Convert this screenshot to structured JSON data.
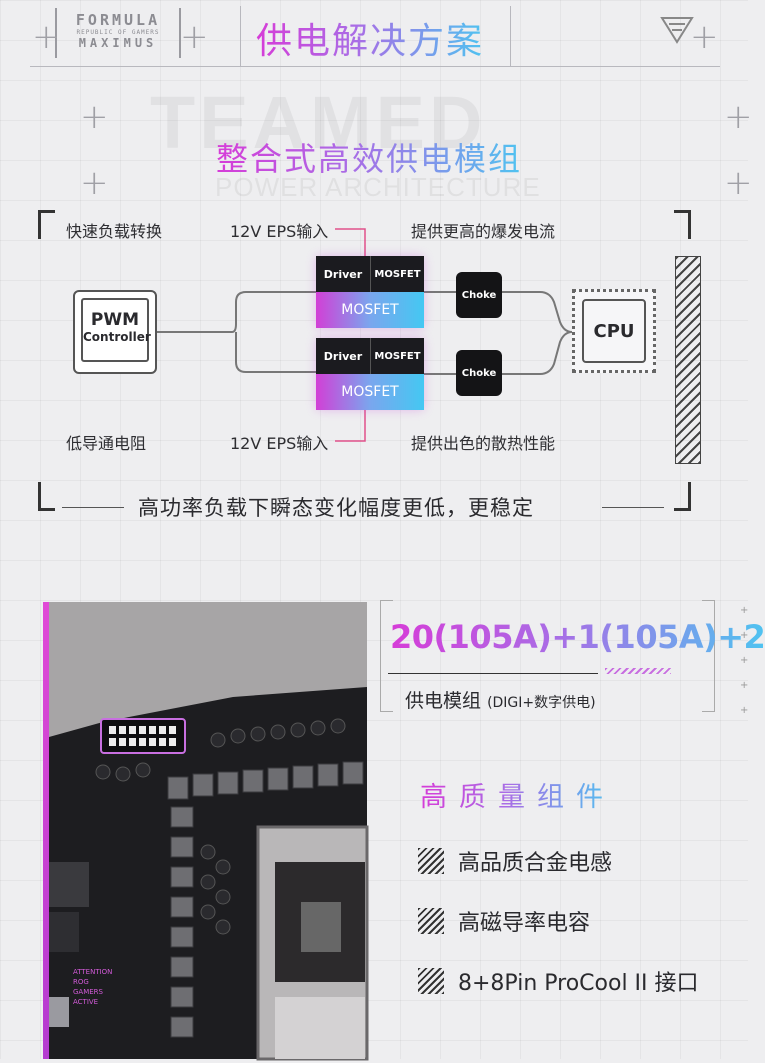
{
  "header": {
    "logo": {
      "line1": "FORMULA",
      "line2": "REPUBLIC OF GAMERS",
      "line3": "MAXIMUS"
    },
    "title": "供电解决方案"
  },
  "watermark": {
    "big": "TEAMED",
    "small": "POWER ARCHITECTURE"
  },
  "section_title": "整合式高效供电模组",
  "diagram": {
    "top_left_label": "快速负载转换",
    "top_mid_label": "12V EPS输入",
    "top_right_label": "提供更高的爆发电流",
    "bottom_left_label": "低导通电阻",
    "bottom_mid_label": "12V EPS输入",
    "bottom_right_label": "提供出色的散热性能",
    "pwm": {
      "line1": "PWM",
      "line2": "Controller"
    },
    "stage_top": {
      "driver": "Driver",
      "mosfet_small": "MOSFET",
      "mosfet_big": "MOSFET"
    },
    "stage_bottom": {
      "driver": "Driver",
      "mosfet_small": "MOSFET",
      "mosfet_big": "MOSFET"
    },
    "choke_top": "Choke",
    "choke_bottom": "Choke",
    "cpu": "CPU",
    "footer": "高功率负载下瞬态变化幅度更低，更稳定"
  },
  "spec": {
    "phases": "20(105A)+1(105A)+2",
    "label": "供电模组",
    "label_note": "(DIGI+数字供电)"
  },
  "quality": {
    "title": "高质量组件",
    "features": [
      "高品质合金电感",
      "高磁导率电容",
      "8+8Pin ProCool II 接口"
    ]
  },
  "photo_print": [
    "ATTENTION",
    "ROG",
    "GAMERS",
    "ACTIVE"
  ],
  "colors": {
    "accent_pink": "#d63cd8",
    "accent_blue": "#4fc3f0",
    "dark": "#1b1b1f"
  }
}
